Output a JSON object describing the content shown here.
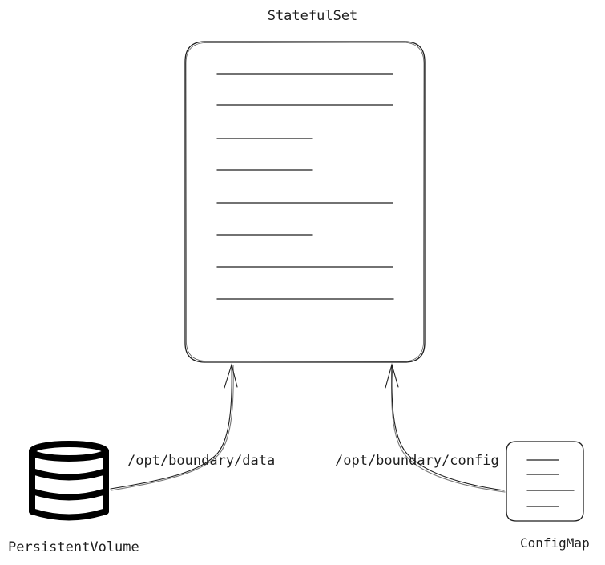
{
  "diagram": {
    "title": "StatefulSet",
    "nodes": {
      "persistent_volume": {
        "label": "PersistentVolume",
        "icon": "database-icon"
      },
      "config_map": {
        "label": "ConfigMap",
        "icon": "document-icon"
      }
    },
    "edges": [
      {
        "from": "PersistentVolume",
        "to": "StatefulSet",
        "label": "/opt/boundary/data"
      },
      {
        "from": "ConfigMap",
        "to": "StatefulSet",
        "label": "/opt/boundary/config"
      }
    ],
    "colors": {
      "stroke": "#1e1e1e",
      "background": "#ffffff"
    }
  }
}
